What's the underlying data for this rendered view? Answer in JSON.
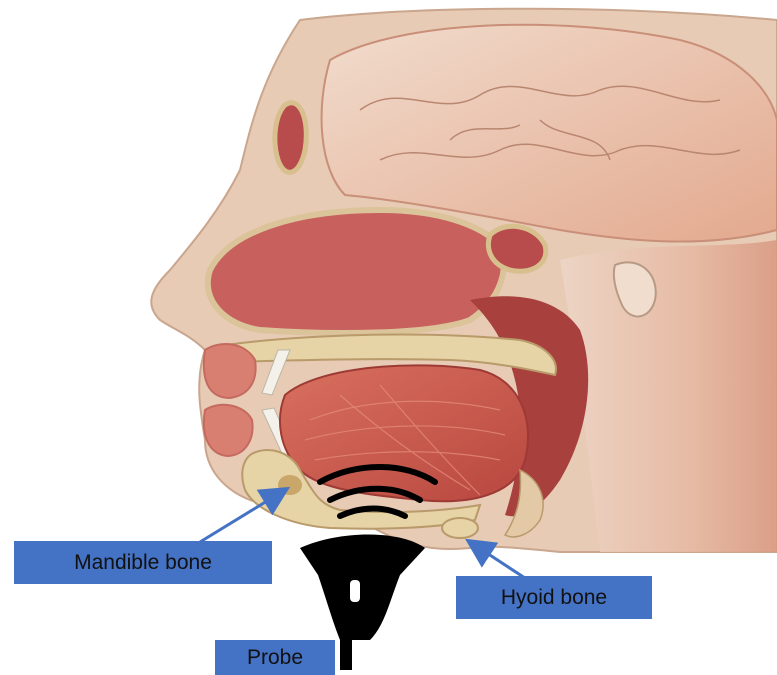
{
  "labels": {
    "mandible": "Mandible bone",
    "hyoid": "Hyoid bone",
    "probe": "Probe"
  },
  "colors": {
    "label_fill": "#4472c4",
    "arrow": "#4472c4",
    "probe": "#000000",
    "skin": "#e8cdb8",
    "muscle": "#d98c7a",
    "tongue": "#c9574c",
    "bone": "#e6d3a6",
    "cavity": "#c25c5c"
  }
}
